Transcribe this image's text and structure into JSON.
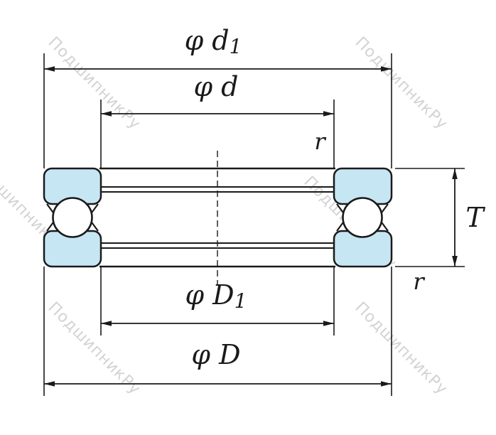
{
  "watermark": {
    "text": "ПодшипникРу"
  },
  "colors": {
    "outline": "#1a1a1a",
    "washer_fill": "#c6e6f4",
    "watermark": "#c9c9c9"
  },
  "labels": {
    "dim_d1": {
      "text": "φ d",
      "sub": "1"
    },
    "dim_d": {
      "text": "φ d"
    },
    "dim_D1": {
      "text": "φ D",
      "sub": "1"
    },
    "dim_D": {
      "text": "φ D"
    },
    "dim_T": {
      "text": "T"
    },
    "r_top": {
      "text": "r"
    },
    "r_bottom": {
      "text": "r"
    }
  }
}
